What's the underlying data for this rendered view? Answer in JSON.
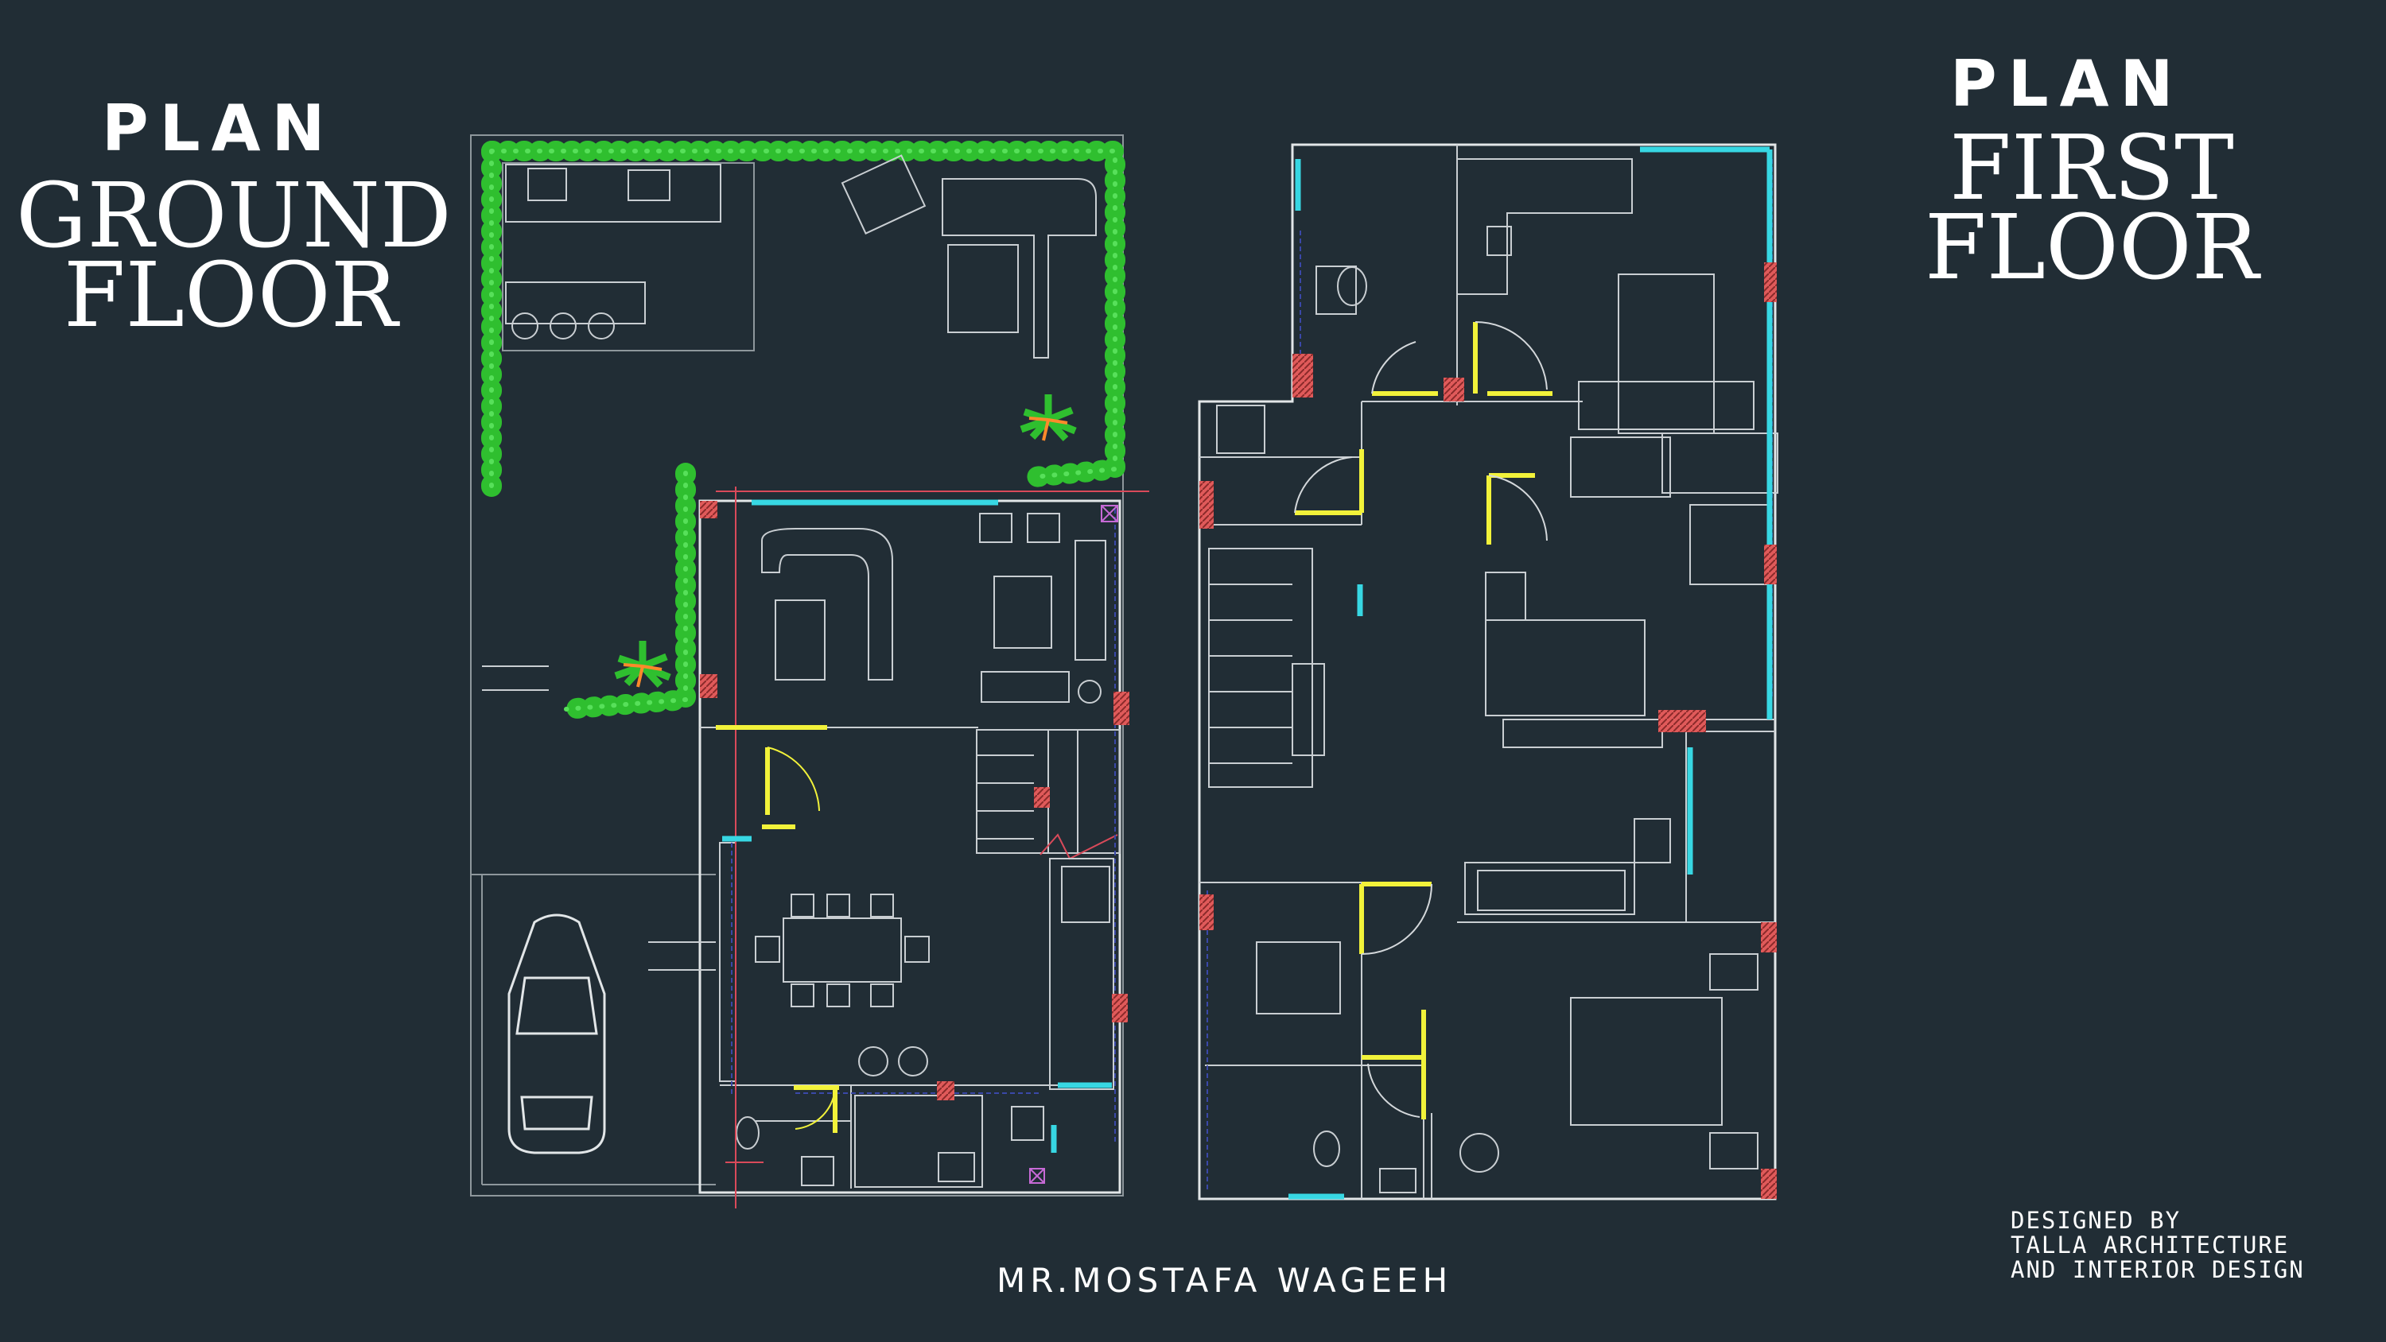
{
  "ground_floor": {
    "label_top": "PLAN",
    "label_line1": "GROUND",
    "label_line2": "FLOOR"
  },
  "first_floor": {
    "label_top": "PLAN",
    "label_line1": "FIRST",
    "label_line2": "FLOOR"
  },
  "client_name": "MR.MOSTAFA WAGEEH",
  "credit": {
    "line1": "DESIGNED BY",
    "line2": "TALLA ARCHITECTURE",
    "line3": "AND INTERIOR DESIGN"
  },
  "colors": {
    "background": "#212d35",
    "wall": "#d8dde0",
    "furniture": "#c9ced2",
    "hedge": "#2fbf2f",
    "window": "#37d7e3",
    "door": "#f2f23a",
    "column": "#e05a5a",
    "axis": "#d94a5a",
    "dim": "#3a48a8",
    "palm": "#ff8a2a"
  }
}
